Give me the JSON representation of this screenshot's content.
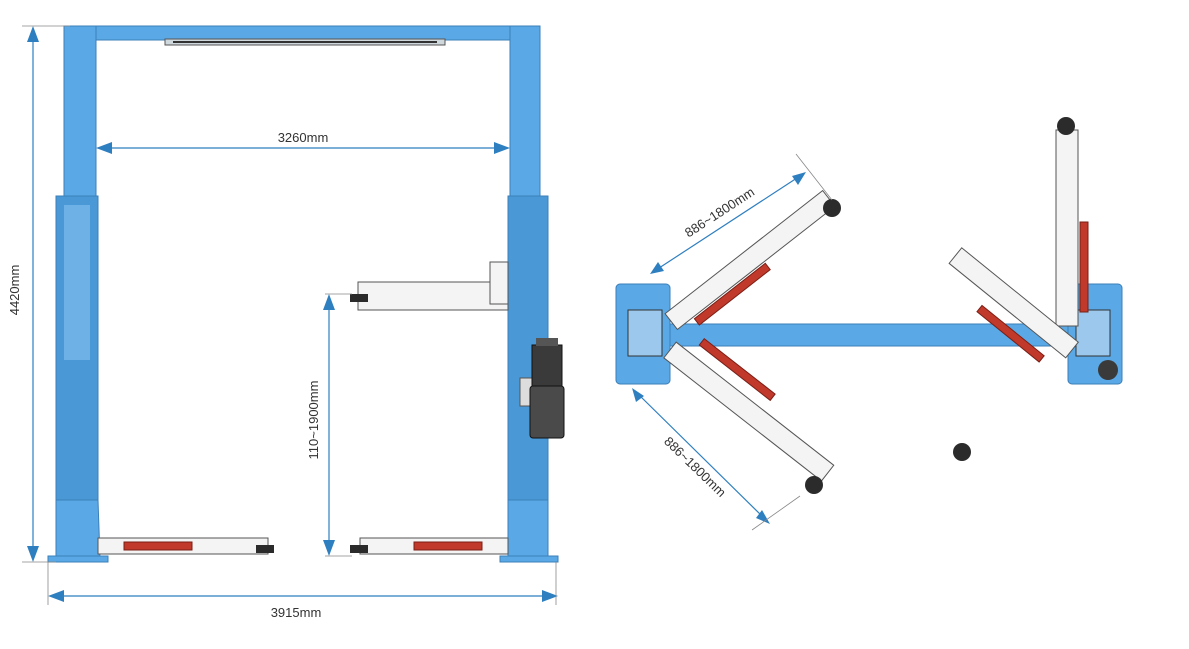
{
  "dimensions": {
    "overall_height": "4420mm",
    "inner_width": "3260mm",
    "outer_width": "3915mm",
    "lift_range": "110~1900mm",
    "arm_reach_upper": "886~1800mm",
    "arm_reach_lower": "886~1800mm"
  },
  "colors": {
    "post": "#5aa9e6",
    "dimension_arrow": "#2e7fc0",
    "pad": "#c0392b",
    "motor": "#3a3a3a"
  }
}
